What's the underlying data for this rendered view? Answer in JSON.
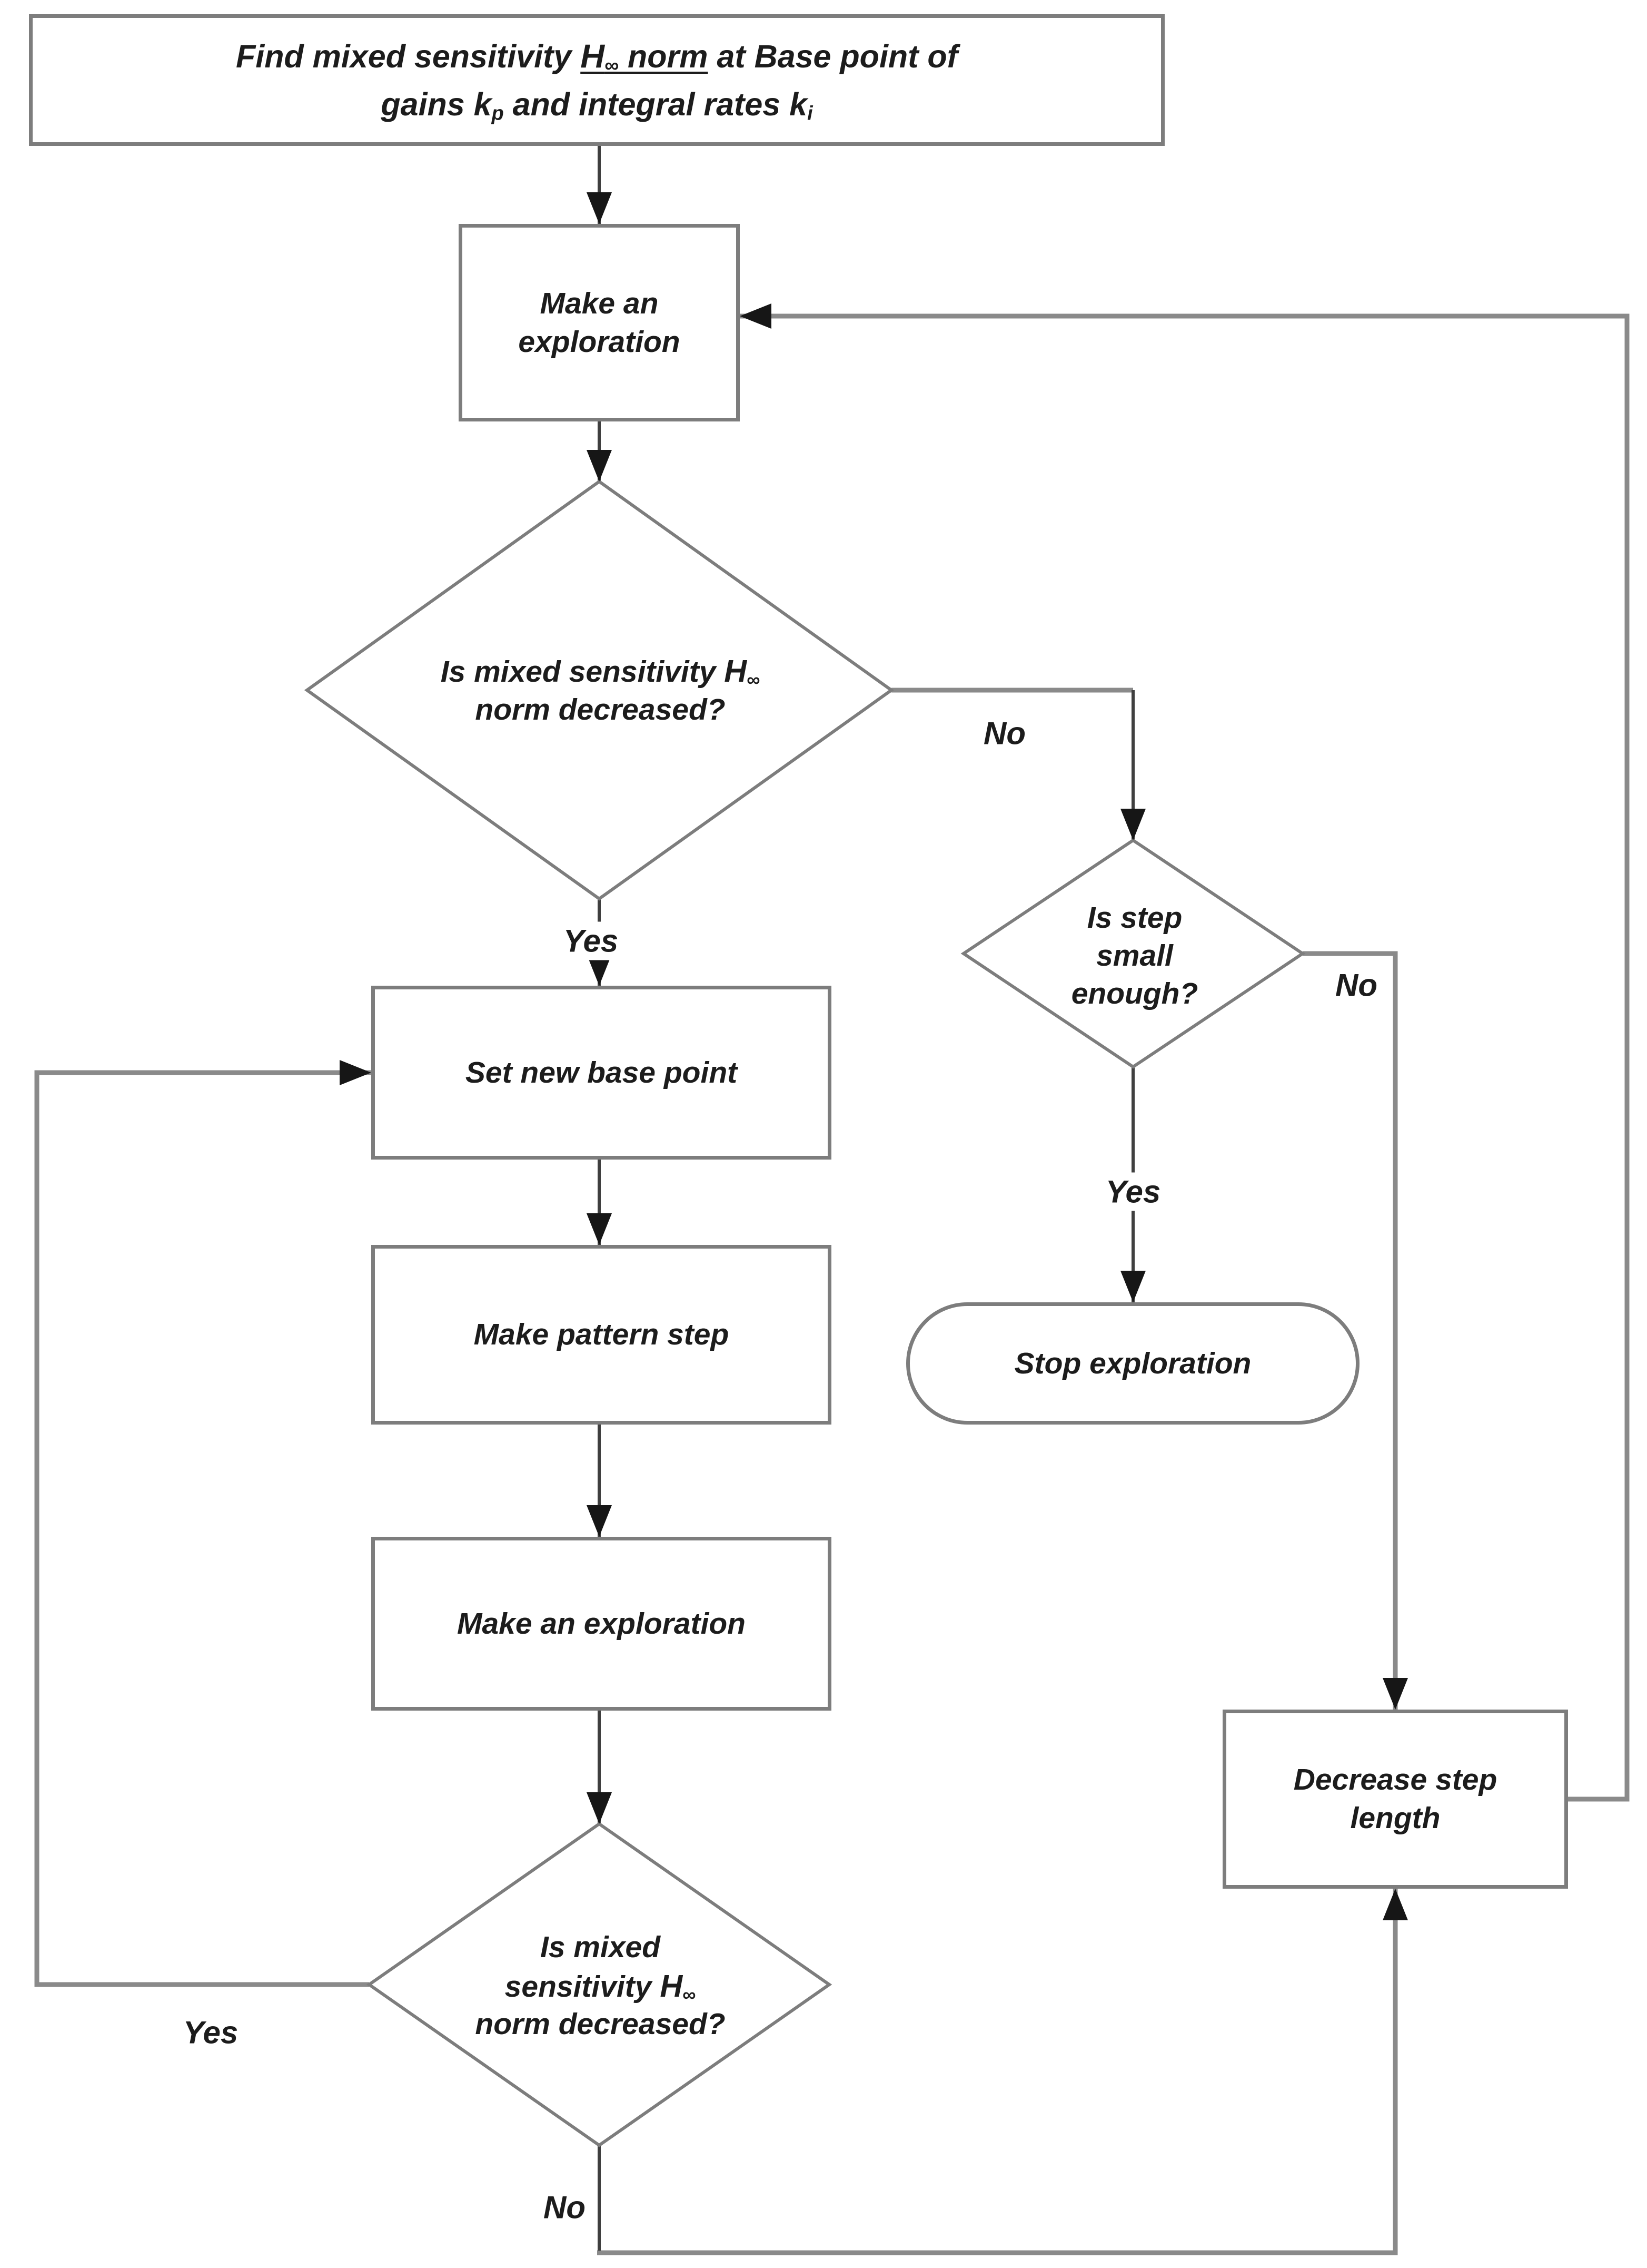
{
  "flowchart": {
    "nodes": {
      "start": {
        "line1_pre": "Find mixed sensitivity",
        "h_symbol": "H",
        "h_sub": "∞",
        "norm_word": "norm",
        "line1_post": "at Base point of",
        "line2_pre": "gains",
        "kp_base": "k",
        "kp_sub": "p",
        "line2_mid": "and integral rates",
        "ki_base": "k",
        "ki_sub": "i"
      },
      "explore1": {
        "line1": "Make an",
        "line2": "exploration"
      },
      "decision1": {
        "line1_pre": "Is mixed sensitivity",
        "h_symbol": "H",
        "h_sub": "∞",
        "line2": "norm decreased?"
      },
      "decision2": {
        "line1": "Is step",
        "line2": "small",
        "line3": "enough?"
      },
      "set_base": {
        "label": "Set new base point"
      },
      "pattern_step": {
        "label": "Make pattern step"
      },
      "explore2": {
        "label": "Make an exploration"
      },
      "decision3": {
        "line1": "Is mixed",
        "line2_pre": "sensitivity",
        "h_symbol": "H",
        "h_sub": "∞",
        "line3": "norm decreased?"
      },
      "stop": {
        "label": "Stop exploration"
      },
      "decrease": {
        "line1": "Decrease step",
        "line2": "length"
      }
    },
    "edge_labels": {
      "decision1_no": "No",
      "decision1_yes": "Yes",
      "decision2_no": "No",
      "decision2_yes": "Yes",
      "decision3_yes": "Yes",
      "decision3_no": "No"
    },
    "colors": {
      "background": "#ffffff",
      "box_border": "#7d7d7d",
      "diamond_border": "#7d7d7d",
      "connector_gray": "#8a8a8a",
      "connector_dark": "#3f3f3f",
      "arrowhead": "#161616",
      "text": "#1c1c1c"
    }
  }
}
